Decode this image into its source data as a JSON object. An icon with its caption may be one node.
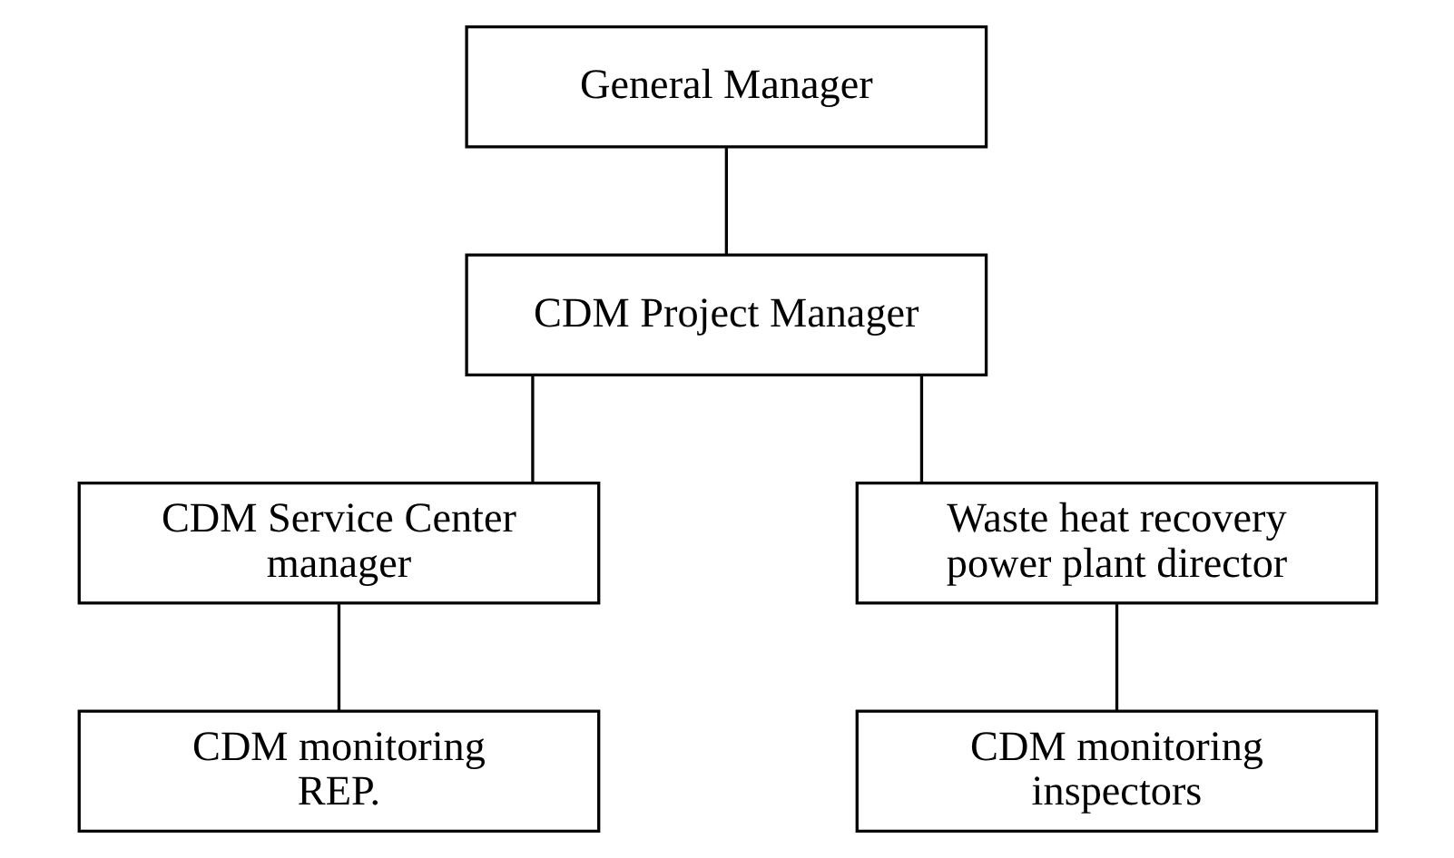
{
  "diagram": {
    "nodes": [
      {
        "text": [
          "General Manager"
        ]
      },
      {
        "text": [
          "CDM Project Manager"
        ]
      },
      {
        "text": [
          "CDM Service Center manager"
        ]
      },
      {
        "text": [
          "Waste heat recovery power plant director"
        ]
      },
      {
        "text": [
          "CDM monitoring REP."
        ]
      },
      {
        "text": [
          "CDM monitoring inspectors"
        ]
      }
    ],
    "edges": [
      {
        "from": 0,
        "to": 1,
        "arrow": "none"
      },
      {
        "from": 1,
        "to": 2,
        "arrow": "none"
      },
      {
        "from": 1,
        "to": 3,
        "arrow": "none"
      },
      {
        "from": 2,
        "to": 4,
        "arrow": "none"
      },
      {
        "from": 3,
        "to": 5,
        "arrow": "none"
      }
    ]
  }
}
